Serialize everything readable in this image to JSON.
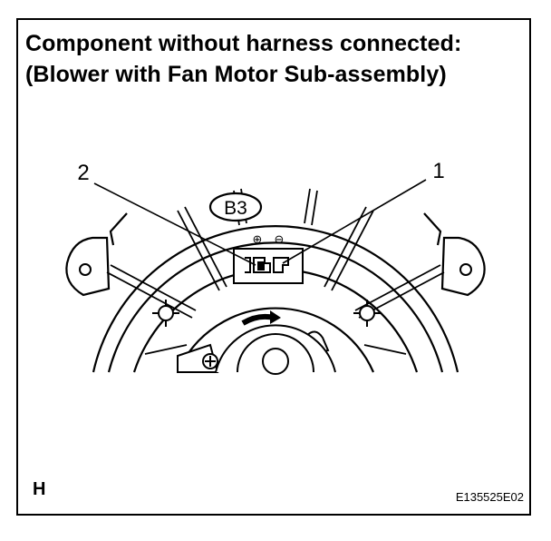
{
  "title": {
    "line1": "Component without harness connected:",
    "line2": "(Blower with Fan Motor Sub-assembly)"
  },
  "labels": {
    "connector_id": "B3",
    "pin_left": "2",
    "pin_right": "1",
    "plus_symbol": "⊕",
    "minus_symbol": "⊖"
  },
  "footer": {
    "corner_letter": "H",
    "figure_code": "E135525E02"
  }
}
